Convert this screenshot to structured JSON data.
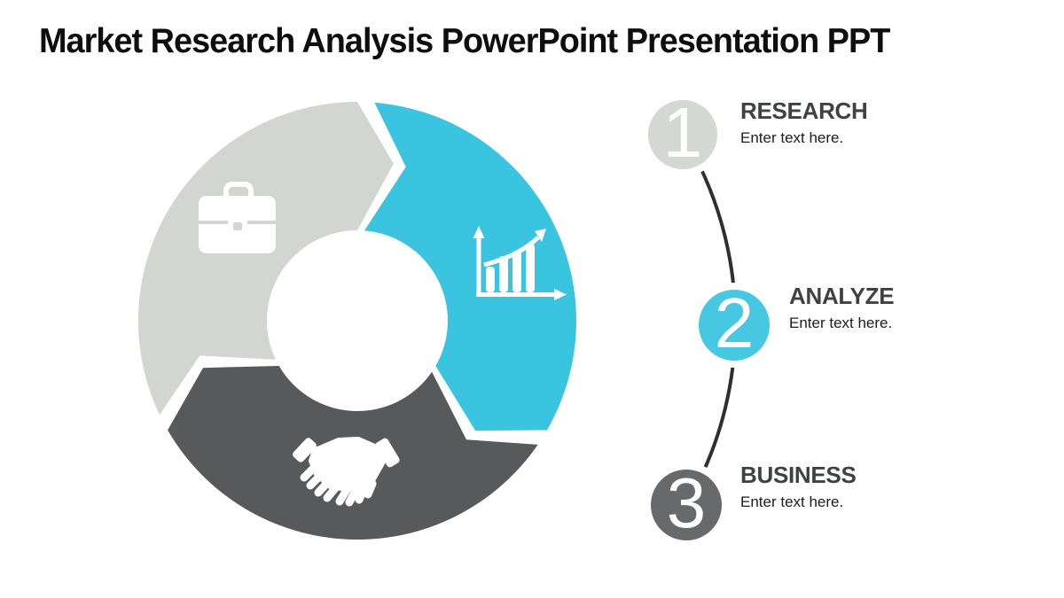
{
  "title": "Market Research Analysis PowerPoint Presentation PPT",
  "diagram": {
    "segments": [
      {
        "id": "research",
        "color": "#d3d5d1",
        "icon": "briefcase-icon"
      },
      {
        "id": "analyze",
        "color": "#3ac4e0",
        "icon": "bar-chart-icon"
      },
      {
        "id": "business",
        "color": "#58595b",
        "icon": "handshake-icon"
      }
    ],
    "connector_color": "#2d2f31"
  },
  "steps": [
    {
      "number": "1",
      "label": "RESEARCH",
      "description": "Enter text here.",
      "circle_color": "#d4d8d2"
    },
    {
      "number": "2",
      "label": "ANALYZE",
      "description": "Enter text here.",
      "circle_color": "#46c8e3"
    },
    {
      "number": "3",
      "label": "BUSINESS",
      "description": "Enter text here.",
      "circle_color": "#68696b"
    }
  ],
  "colors": {
    "background": "#ffffff",
    "title_text": "#0e0e0e",
    "label_text": "#3e4245",
    "description_text": "#1d1d1d",
    "icon_white": "#ffffff"
  }
}
